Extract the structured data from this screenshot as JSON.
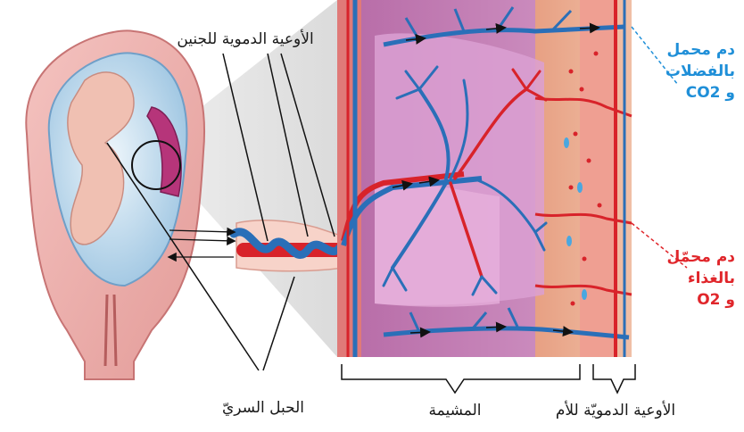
{
  "labels": {
    "fetal_vessels": "الأوعية الدموية للجنين",
    "umbilical_cord": "الحبل السريّ",
    "placenta": "المشيمة",
    "maternal_vessels": "الأوعية الدمويّة للأم",
    "waste_blood": {
      "line1": "دم محمل",
      "line2": "بالفضلات",
      "line3": "و CO2"
    },
    "nutrient_blood": {
      "line1": "دم محمّل",
      "line2": "بالغذاء",
      "line3": "و O2"
    }
  },
  "colors": {
    "waste_blood": "#1f8fd8",
    "nutrient_blood": "#e0262b",
    "vein_blue": "#2a6fb8",
    "artery_red": "#d8232a",
    "placenta_tissue": "#c77bb8",
    "uterus_wall": "#e9a5a5"
  }
}
